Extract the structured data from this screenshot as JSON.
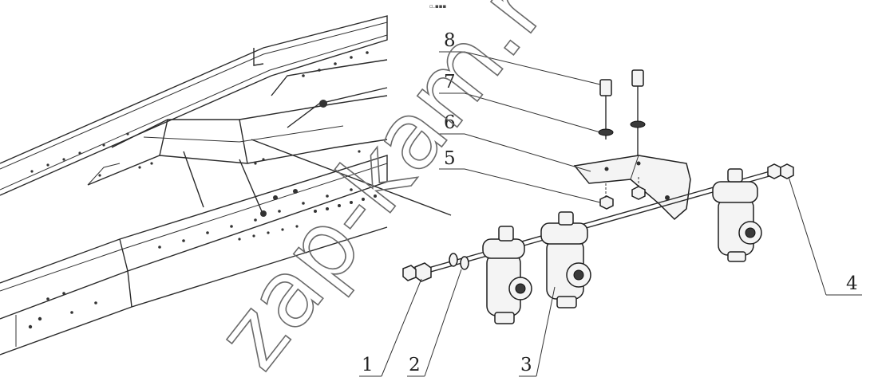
{
  "diagram": {
    "callouts": [
      {
        "id": "1",
        "label": "1"
      },
      {
        "id": "2",
        "label": "2"
      },
      {
        "id": "3",
        "label": "3"
      },
      {
        "id": "4",
        "label": "4"
      },
      {
        "id": "5",
        "label": "5"
      },
      {
        "id": "6",
        "label": "6"
      },
      {
        "id": "7",
        "label": "7"
      },
      {
        "id": "8",
        "label": "8"
      }
    ],
    "watermark": "zap-kam.ru"
  }
}
